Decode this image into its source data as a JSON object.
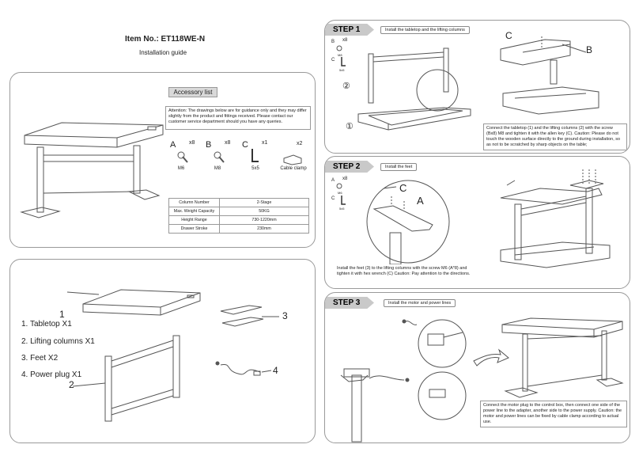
{
  "header": {
    "item_no": "Item No.: ET118WE-N",
    "subtitle": "Installation guide"
  },
  "accessory_panel": {
    "heading": "Accessory list",
    "attention": "Attention: The drawings below are for guidance only and they may differ slightly from the product and fittings received. Please contact our customer service department should you have any queries.",
    "accessories": [
      {
        "letter": "A",
        "qty": "x8",
        "name": "M6"
      },
      {
        "letter": "B",
        "qty": "x8",
        "name": "M8"
      },
      {
        "letter": "C",
        "qty": "x1",
        "name": "5x5"
      },
      {
        "letter": "",
        "qty": "x2",
        "name": "Cable clamp"
      }
    ],
    "specs": [
      {
        "label": "Column Number",
        "value": "2-Stage"
      },
      {
        "label": "Max. Weight Capacity",
        "value": "50KG"
      },
      {
        "label": "Height Range",
        "value": "730-1220mm"
      },
      {
        "label": "Drawer Stroke",
        "value": "230mm"
      }
    ]
  },
  "parts_panel": {
    "items": [
      "1. Tabletop X1",
      "2. Lifting columns X1",
      "3. Feet X2",
      "4. Power plug X1"
    ],
    "callouts": [
      "1",
      "2",
      "3",
      "4"
    ]
  },
  "step1": {
    "badge": "STEP 1",
    "note": "Install the tabletop and the lifting columns",
    "side_b": "B",
    "side_b_qty": "x8",
    "side_b_size": "M8",
    "side_c": "C",
    "side_c_size": "5x5",
    "label_c": "C",
    "label_b": "B",
    "circ1": "①",
    "circ2": "②",
    "description": "Connect the tabletop (1) and the lifting columns (2) with the screw (Bx8) M8 and tighten it with the allen key (C). Caution: Please do not touch the wooden surface directly to the ground during installation, so as not to be scratched by sharp objects on the table;"
  },
  "step2": {
    "badge": "STEP 2",
    "note": "Install the feet",
    "side_a": "A",
    "side_a_qty": "x8",
    "side_a_size": "M6",
    "side_c": "C",
    "side_c_size": "5x5",
    "label_c": "C",
    "label_a": "A",
    "description": "Install the feet (3) to the lifting columns with the screw M6 (A*8) and tighten it with hex wrench (C) Caution: Pay attention to the directions."
  },
  "step3": {
    "badge": "STEP 3",
    "note": "Install the motor and power lines",
    "description": "Connect the motor plug to the control box, then connect one side of the power line to the adapter, another side to the power supply. Caution: the motor and power lines can be fixed by cable clamp according to actual use."
  },
  "colors": {
    "border": "#9a9a9a",
    "badge": "#c9c9c9",
    "line": "#555555"
  }
}
